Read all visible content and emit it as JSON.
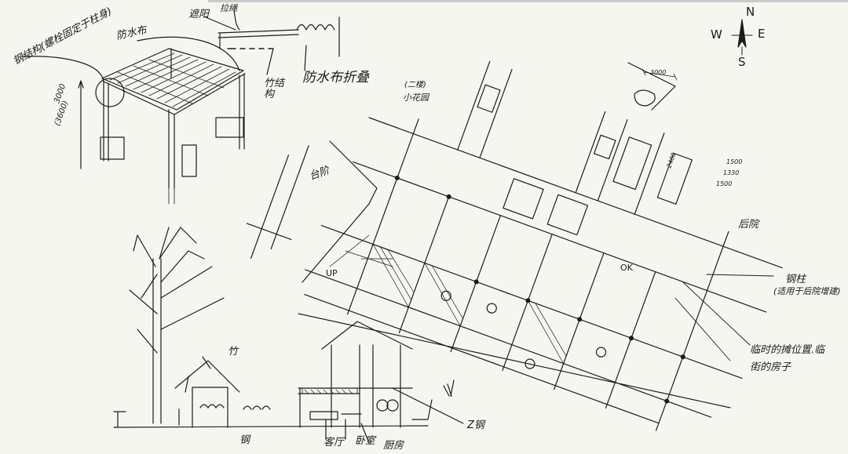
{
  "pergola": {
    "steel_structure_label": "钢结构(螺栓固定于柱身)",
    "waterproof_cloth_label": "防水布",
    "height_dim": "3000",
    "height_dim_alt": "(3600)"
  },
  "roof_detail": {
    "shade_label": "遮阳",
    "rope_label": "拉绳",
    "bamboo_structure_label": "竹结构",
    "folding_cloth_label": "防水布折叠"
  },
  "site_plan": {
    "garden_level_label": "(二楼)",
    "garden_label": "小花园",
    "steps_label": "台阶",
    "up_label": "UP",
    "ok_label": "OK",
    "backyard_label": "后院",
    "dim_top": "3000",
    "dim_side": "2400",
    "dims_right": [
      "1500",
      "1330",
      "1500"
    ],
    "steel_column_label": "钢柱",
    "steel_column_note": "(适用于后院增建)",
    "stall_note_line1": "临时的摊位置.临",
    "stall_note_line2": "街的房子"
  },
  "compass": {
    "n": "N",
    "s": "S",
    "w": "W",
    "e": "E"
  },
  "section": {
    "bamboo_label": "竹",
    "steel_label": "钢",
    "living_room_label": "客厅",
    "bedroom_label": "卧室",
    "kitchen_label": "厨房",
    "steel2_label": "Z钢"
  }
}
